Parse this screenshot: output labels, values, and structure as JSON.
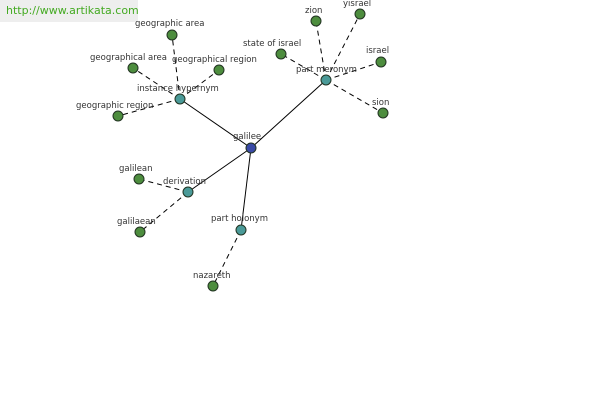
{
  "watermark": "http://www.artikata.com",
  "colors": {
    "root": "#3a4aa6",
    "relation": "#4a9a98",
    "leaf": "#4d8d3e"
  },
  "nodes": {
    "root": {
      "label": "galilee"
    },
    "instance_hypernym": {
      "label": "instance hypernym"
    },
    "part_meronym": {
      "label": "part meronym"
    },
    "derivation": {
      "label": "derivation"
    },
    "part_holonym": {
      "label": "part holonym"
    },
    "geographic_area": {
      "label": "geographic area"
    },
    "geographical_area": {
      "label": "geographical area"
    },
    "geographical_region": {
      "label": "geographical region"
    },
    "geographic_region": {
      "label": "geographic region"
    },
    "zion": {
      "label": "zion"
    },
    "yisrael": {
      "label": "yisrael"
    },
    "state_of_israel": {
      "label": "state of israel"
    },
    "israel": {
      "label": "israel"
    },
    "sion": {
      "label": "sion"
    },
    "galilean": {
      "label": "galilean"
    },
    "galilaean": {
      "label": "galilaean"
    },
    "nazareth": {
      "label": "nazareth"
    }
  }
}
